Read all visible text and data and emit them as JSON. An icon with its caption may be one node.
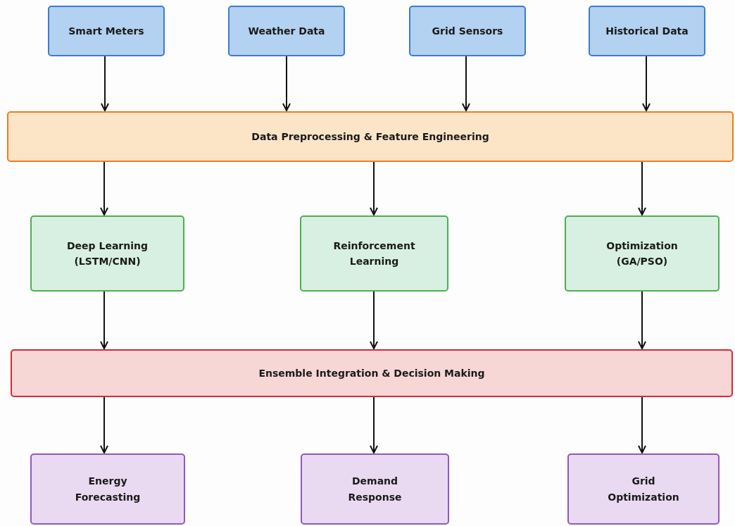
{
  "diagram": {
    "nodes": [
      {
        "text": [
          "Smart Meters"
        ]
      },
      {
        "text": [
          "Weather Data"
        ]
      },
      {
        "text": [
          "Grid Sensors"
        ]
      },
      {
        "text": [
          "Historical Data"
        ]
      },
      {
        "text": [
          "Data Preprocessing & Feature Engineering"
        ]
      },
      {
        "text": [
          "Deep Learning (LSTM/CNN)"
        ]
      },
      {
        "text": [
          "Reinforcement Learning"
        ]
      },
      {
        "text": [
          "Optimization (GA/PSO)"
        ]
      },
      {
        "text": [
          "Ensemble Integration & Decision Making"
        ]
      },
      {
        "text": [
          "Energy Forecasting"
        ]
      },
      {
        "text": [
          "Demand Response"
        ]
      },
      {
        "text": [
          "Grid Optimization"
        ]
      }
    ],
    "edges": [
      {
        "from": 0,
        "to": 4,
        "arrow": "to"
      },
      {
        "from": 1,
        "to": 4,
        "arrow": "to"
      },
      {
        "from": 2,
        "to": 4,
        "arrow": "to"
      },
      {
        "from": 3,
        "to": 4,
        "arrow": "to"
      },
      {
        "from": 4,
        "to": 5,
        "arrow": "to"
      },
      {
        "from": 4,
        "to": 6,
        "arrow": "to"
      },
      {
        "from": 4,
        "to": 7,
        "arrow": "to"
      },
      {
        "from": 5,
        "to": 8,
        "arrow": "to"
      },
      {
        "from": 6,
        "to": 8,
        "arrow": "to"
      },
      {
        "from": 7,
        "to": 8,
        "arrow": "to"
      },
      {
        "from": 8,
        "to": 9,
        "arrow": "to"
      },
      {
        "from": 8,
        "to": 10,
        "arrow": "to"
      },
      {
        "from": 8,
        "to": 11,
        "arrow": "to"
      }
    ]
  }
}
